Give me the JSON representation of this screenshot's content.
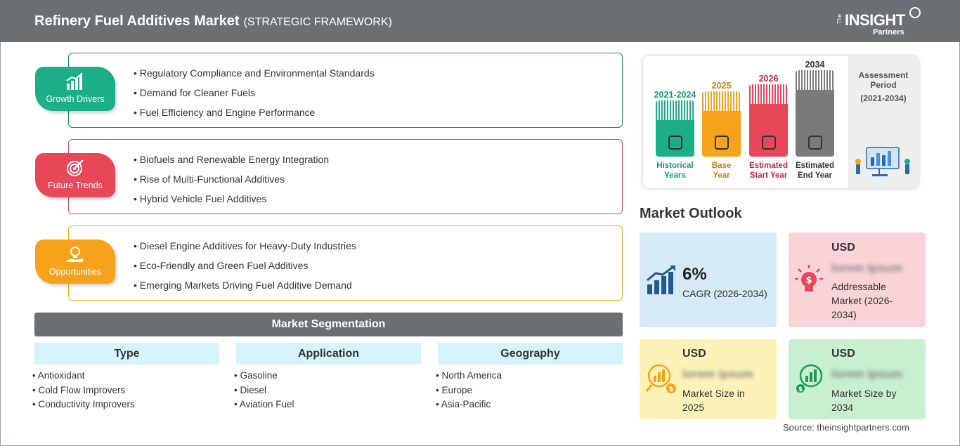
{
  "header": {
    "title": "Refinery Fuel Additives Market",
    "subtitle": "(STRATEGIC FRAMEWORK)",
    "logo": {
      "the": "The",
      "insight": "INSIGHT",
      "partners": "Partners"
    }
  },
  "framework": {
    "growth_drivers": {
      "label": "Growth Drivers",
      "icon": "bar-chart-icon",
      "color": "#1cae86",
      "items": [
        "Regulatory Compliance and Environmental Standards",
        "Demand for Cleaner Fuels",
        "Fuel Efficiency and Engine Performance"
      ]
    },
    "future_trends": {
      "label": "Future Trends",
      "icon": "target-icon",
      "color": "#e8475a",
      "items": [
        "Biofuels and Renewable Energy Integration",
        "Rise of Multi-Functional Additives",
        "Hybrid Vehicle Fuel Additives"
      ]
    },
    "opportunities": {
      "label": "Opportunities",
      "icon": "lightbulb-hand-icon",
      "color": "#f7a21b",
      "items": [
        "Diesel Engine Additives for Heavy-Duty Industries",
        "Eco-Friendly and Green Fuel Additives",
        "Emerging Markets Driving Fuel Additive Demand"
      ]
    }
  },
  "segmentation": {
    "title": "Market Segmentation",
    "columns": [
      {
        "header": "Type",
        "items": [
          "Antioxidant",
          "Cold Flow Improvers",
          "Conductivity Improvers"
        ]
      },
      {
        "header": "Application",
        "items": [
          "Gasoline",
          "Diesel",
          "Aviation Fuel"
        ]
      },
      {
        "header": "Geography",
        "items": [
          "North America",
          "Europe",
          "Asia-Pacific"
        ]
      }
    ]
  },
  "timeline": {
    "bars": [
      {
        "year": "2021-2024",
        "label_line1": "Historical",
        "label_line2": "Years",
        "color": "#1cae86",
        "icon": "history-icon"
      },
      {
        "year": "2025",
        "label_line1": "Base",
        "label_line2": "Year",
        "color": "#f7a21b",
        "icon": "calendar-icon"
      },
      {
        "year": "2026",
        "label_line1": "Estimated",
        "label_line2": "Start Year",
        "color": "#e8475a",
        "icon": "start-icon"
      },
      {
        "year": "2034",
        "label_line1": "Estimated",
        "label_line2": "End Year",
        "color": "#7a7a7a",
        "icon": "monitor-icon"
      }
    ],
    "assessment": {
      "title_line1": "Assessment",
      "title_line2": "Period",
      "range": "(2021-2034)"
    }
  },
  "outlook": {
    "title": "Market Outlook",
    "cagr": {
      "value": "6%",
      "desc": "CAGR (2026-2034)",
      "color": "#d6e9f6",
      "icon": "growth-chart-icon"
    },
    "addressable": {
      "usd": "USD",
      "value": "lorem ipsum",
      "desc_line1": "Addressable",
      "desc_line2": "Market (2026-",
      "desc_line3": "2034)",
      "color": "#f9d3d7",
      "icon": "dollar-bulb-icon"
    },
    "size_2025": {
      "usd": "USD",
      "value": "lorem ipsum",
      "desc_line1": "Market Size in",
      "desc_line2": "2025",
      "color": "#fdf3b8",
      "icon": "coin-chart-icon"
    },
    "size_2034": {
      "usd": "USD",
      "value": "lorem ipsum",
      "desc_line1": "Market Size by",
      "desc_line2": "2034",
      "color": "#c7efd0",
      "icon": "coin-chart-icon"
    }
  },
  "source": "Source: theinsightpartners.com"
}
